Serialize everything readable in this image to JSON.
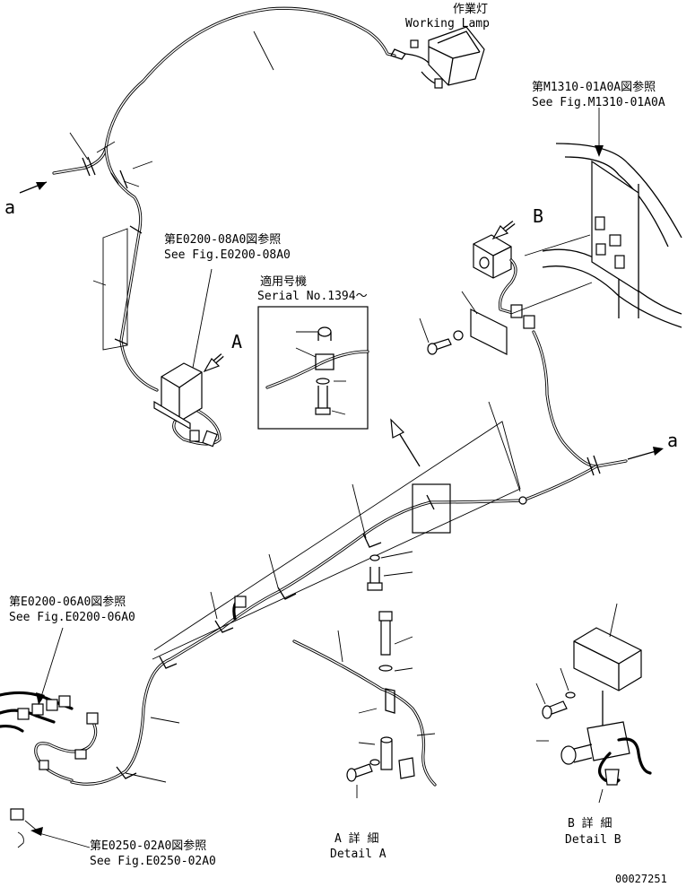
{
  "callouts": {
    "working_lamp_jp": "作業灯",
    "working_lamp_en": "Working Lamp",
    "see_m1310_jp": "第M1310-01A0A図参照",
    "see_m1310_en": "See Fig.M1310-01A0A",
    "see_e0200_08_jp": "第E0200-08A0図参照",
    "see_e0200_08_en": "See Fig.E0200-08A0",
    "serial_jp": "適用号機",
    "serial_en": "Serial No.1394～",
    "see_e0200_06_jp": "第E0200-06A0図参照",
    "see_e0200_06_en": "See Fig.E0200-06A0",
    "see_e0250_jp": "第E0250-02A0図参照",
    "see_e0250_en": "See Fig.E0250-02A0"
  },
  "view_marks": {
    "a_left": "a",
    "a_right": "a",
    "view_a": "A",
    "view_b": "B"
  },
  "details": {
    "detail_a_jp": "A 詳 細",
    "detail_a_en": "Detail A",
    "detail_b_jp": "B 詳 細",
    "detail_b_en": "Detail B"
  },
  "drawing_number": "00027251"
}
